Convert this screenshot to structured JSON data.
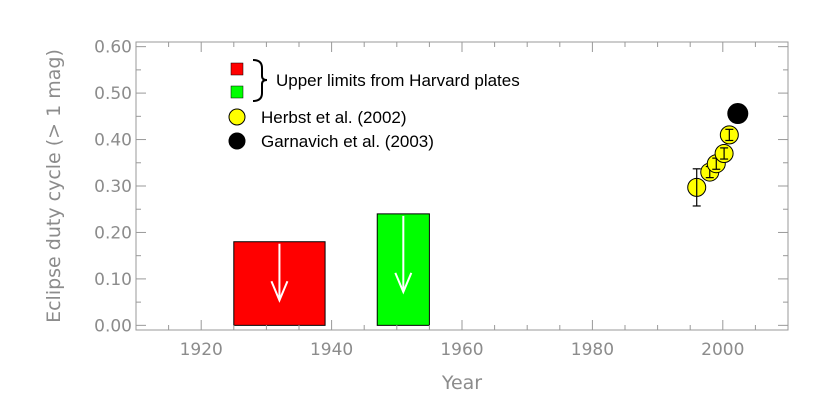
{
  "chart_data": {
    "type": "bar",
    "xlabel": "Year",
    "ylabel": "Eclipse duty cycle (> 1 mag)",
    "xlim": [
      1910,
      2010
    ],
    "ylim": [
      -0.01,
      0.61
    ],
    "x_ticks": [
      "1920",
      "1940",
      "1960",
      "1980",
      "2000"
    ],
    "y_ticks": [
      "0.00",
      "0.10",
      "0.20",
      "0.30",
      "0.40",
      "0.50",
      "0.60"
    ],
    "grid": false,
    "legend_position": "top-left",
    "bars": [
      {
        "x_start": 1925,
        "x_end": 1939,
        "value": 0.18,
        "color": "#ff0000",
        "upper_limit": true
      },
      {
        "x_start": 1947,
        "x_end": 1955,
        "value": 0.24,
        "color": "#00ff00",
        "upper_limit": true
      }
    ],
    "series": [
      {
        "name": "Herbst et al. (2002)",
        "type": "scatter",
        "color": "#ffff00",
        "points": [
          {
            "x": 1996.0,
            "y": 0.297,
            "err": 0.04
          },
          {
            "x": 1998.0,
            "y": 0.33,
            "err": 0.012
          },
          {
            "x": 1999.0,
            "y": 0.348,
            "err": 0.012
          },
          {
            "x": 2000.2,
            "y": 0.37,
            "err": 0.012
          },
          {
            "x": 2001.0,
            "y": 0.41,
            "err": 0.012
          }
        ]
      },
      {
        "name": "Garnavich et al. (2003)",
        "type": "scatter",
        "color": "#000000",
        "points": [
          {
            "x": 2002.3,
            "y": 0.456
          }
        ]
      }
    ],
    "legend": {
      "bracket_text": "Upper limits from Harvard plates",
      "bracket_colors": [
        "#ff0000",
        "#00ff00"
      ],
      "entries": [
        {
          "label": "Herbst et al. (2002)",
          "color": "#ffff00"
        },
        {
          "label": "Garnavich et al. (2003)",
          "color": "#000000"
        }
      ]
    }
  }
}
